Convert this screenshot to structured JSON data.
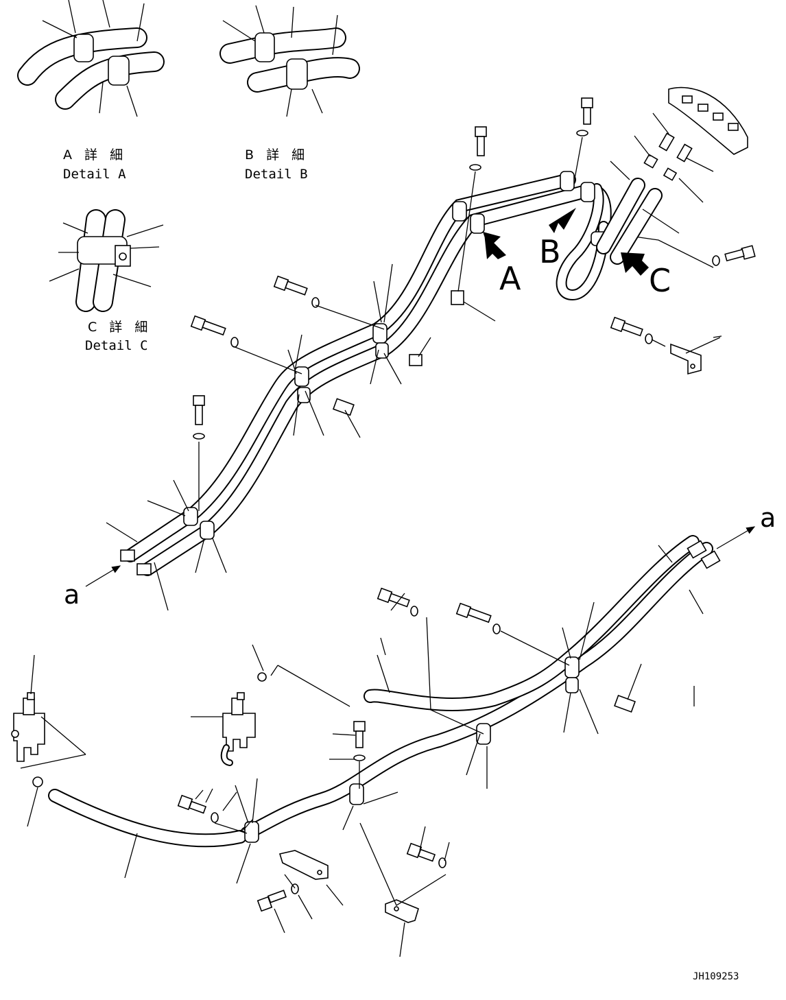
{
  "details": [
    {
      "id": "A",
      "jp": "A 詳 細",
      "en": "Detail A"
    },
    {
      "id": "B",
      "jp": "B 詳 細",
      "en": "Detail B"
    },
    {
      "id": "C",
      "jp": "C 詳 細",
      "en": "Detail C"
    }
  ],
  "view_markers": {
    "a": "A",
    "b": "B",
    "c": "C"
  },
  "connection_mark": "a",
  "drawing_number": "JH109253"
}
